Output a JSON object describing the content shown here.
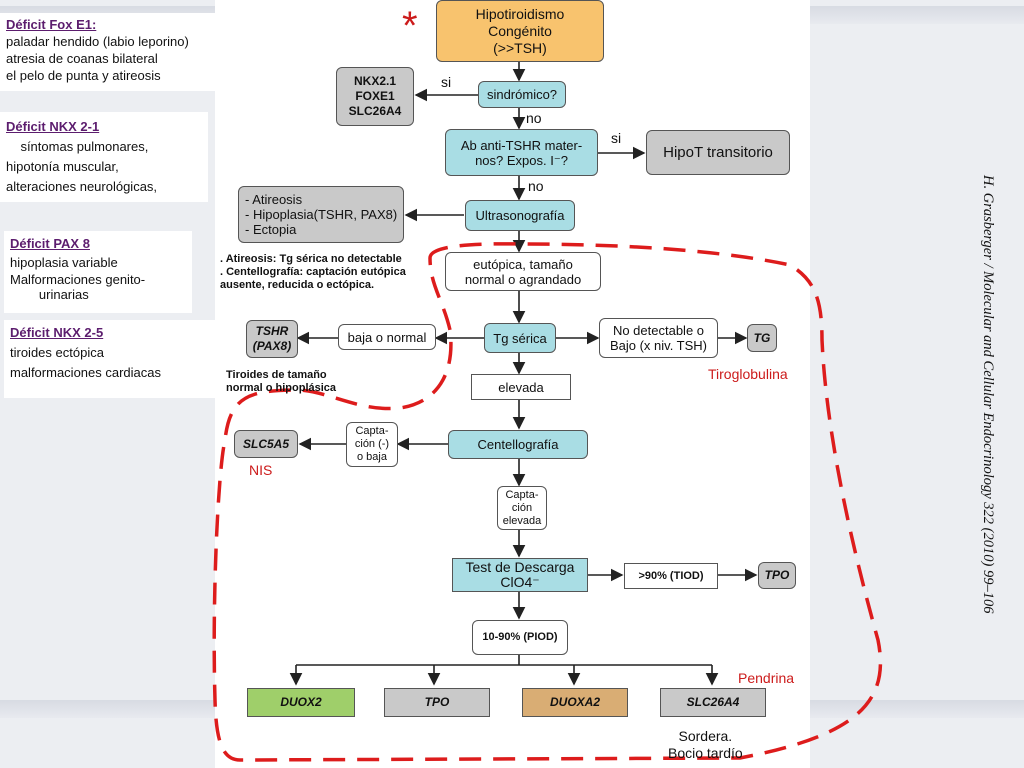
{
  "notes": [
    {
      "title": "Déficit Fox E1:",
      "lines": [
        "paladar hendido (labio leporino)",
        "atresia de coanas bilateral",
        "el pelo de punta y atireosis"
      ]
    },
    {
      "title": "Déficit NKX 2-1",
      "lines": [
        "    síntomas pulmonares,",
        "hipotonía muscular,",
        "alteraciones neurológicas,"
      ]
    },
    {
      "title": "Déficit PAX 8",
      "lines": [
        "hipoplasia variable",
        "Malformaciones genito-",
        "        urinarias"
      ]
    },
    {
      "title": "Déficit NKX 2-5",
      "lines": [
        "tiroides ectópica",
        "malformaciones cardiacas"
      ]
    }
  ],
  "flow": {
    "start": "Hipotiroidismo\nCongénito\n(>>TSH)",
    "sindromico": "sindrómico?",
    "genes_sindromicos": "NKX2.1\nFOXE1\nSLC26A4",
    "ab": "Ab anti-TSHR mater-\nnos? Expos. I⁻?",
    "hipot": "HipoT transitorio",
    "ultra": "Ultrasonografía",
    "atireosis": "-  Atireosis\n- Hipoplasia(TSHR, PAX8)\n- Ectopia",
    "eutopica": "eutópica, tamaño\nnormal o agrandado",
    "tg": "Tg sérica",
    "baja": "baja o normal",
    "tshr": "TSHR\n(PAX8)",
    "nodetect": "No detectable o\nBajo (x niv. TSH)",
    "tg_gene": "TG",
    "elevada": "elevada",
    "centello": "Centellografía",
    "captacion_neg": "Capta-\nción (-)\no  baja",
    "slc5a5": "SLC5A5",
    "captacion_elev": "Capta-\nción\nelevada",
    "test": "Test de Descarga\nClO4⁻",
    "tiod": ">90% (TIOD)",
    "tpo1": "TPO",
    "piod": "10-90% (PIOD)",
    "duox2": "DUOX2",
    "tpo2": "TPO",
    "duoxa2": "DUOXA2",
    "slc26a4": "SLC26A4"
  },
  "labels": {
    "si1": "si",
    "no1": "no",
    "si2": "si",
    "no2": "no",
    "atireosis_note1": ". Atireosis: Tg sérica no detectable",
    "atireosis_note2": ". Centellografía: captación eutópica",
    "atireosis_note3": "ausente, reducida o ectópica.",
    "tiroides_note1": "Tiroides de tamaño",
    "tiroides_note2": "normal o hipoplásica",
    "asterisk": "*",
    "tiroglobulina": "Tiroglobulina",
    "nis": "NIS",
    "pendrina": "Pendrina",
    "sordera1": "Sordera.",
    "sordera2": "Bocio tardío"
  },
  "citation": "H. Grasberger / Molecular and Cellular Endocrinology 322 (2010) 99–106",
  "colors": {
    "cyan": "#a9dde4",
    "orange": "#f8c36e",
    "gray": "#c9c9c9",
    "green": "#9fcf6a",
    "tan": "#d9ad74",
    "red_dash": "#dd1c1c"
  }
}
